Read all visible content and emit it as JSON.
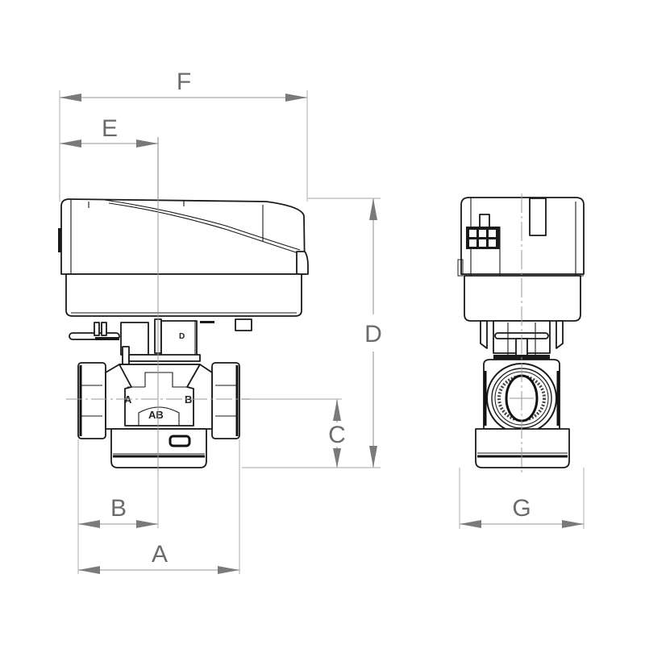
{
  "drawing": {
    "title": "Motorized 3-way valve with actuator - dimension drawing",
    "views": [
      "front-view",
      "side-view"
    ],
    "line_color": "#1a1a1a",
    "dimension_color": "#b8b8b8",
    "label_color": "#6b6b6b"
  },
  "dimensions": {
    "A": "A",
    "B": "B",
    "C": "C",
    "D": "D",
    "E": "E",
    "F": "F",
    "G": "G"
  },
  "ports": {
    "a": "A",
    "b": "B",
    "ab": "AB"
  }
}
